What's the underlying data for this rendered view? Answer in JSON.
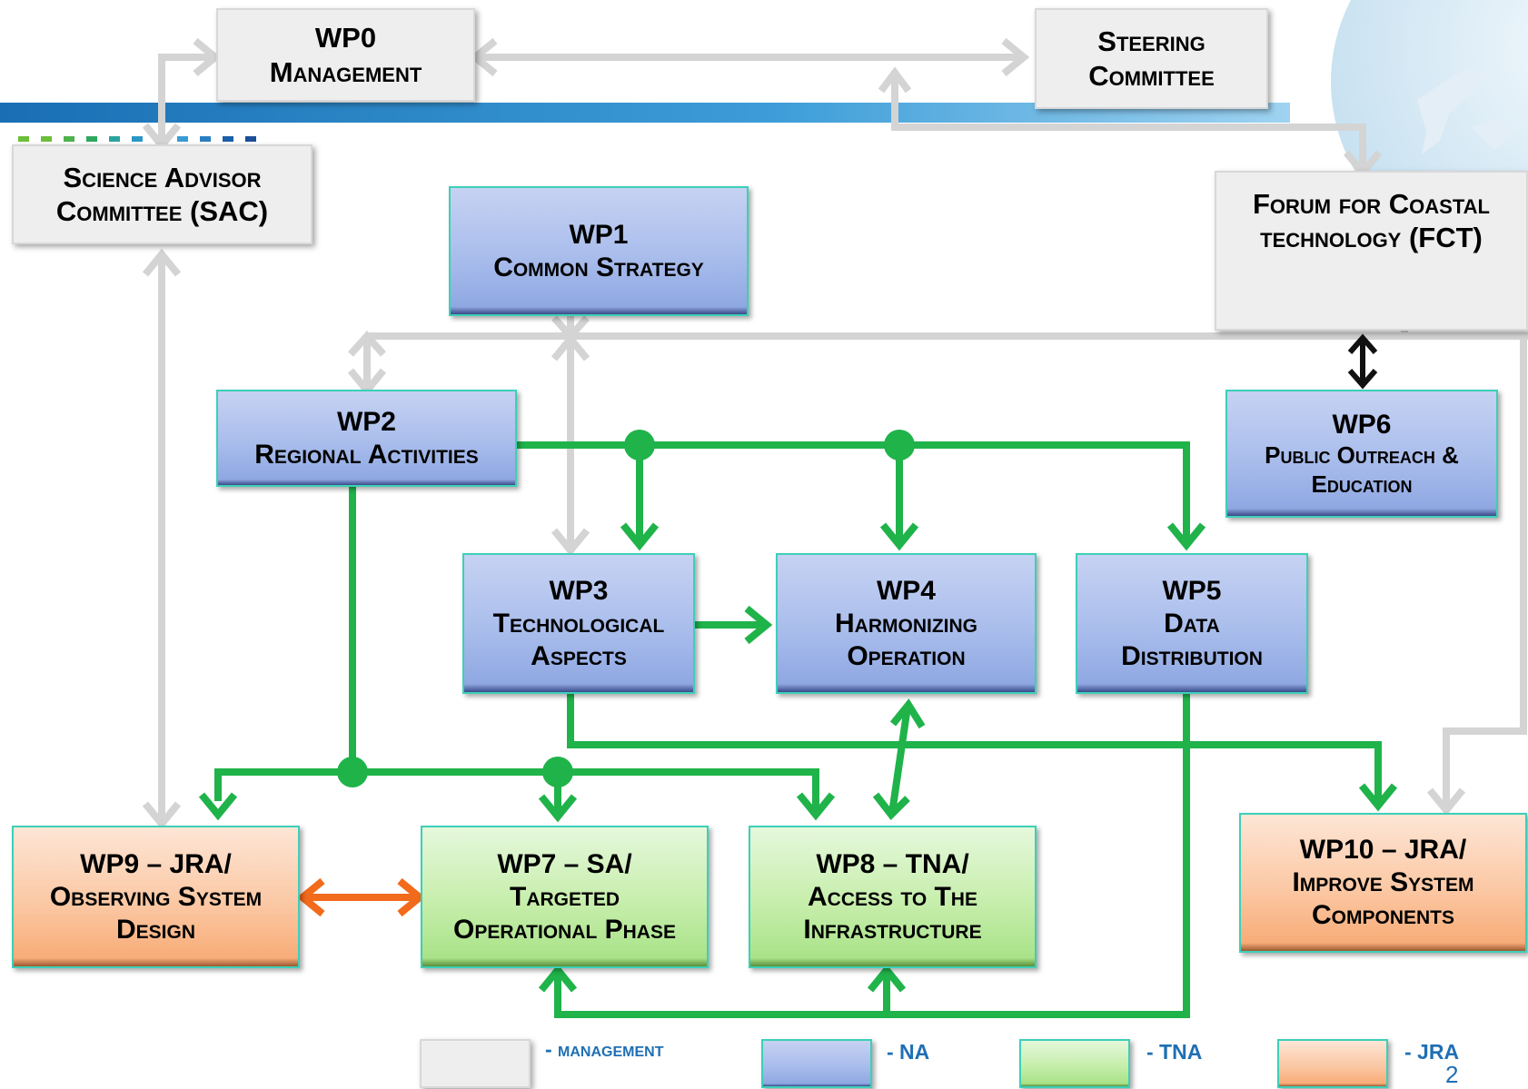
{
  "boxes": {
    "wp0": {
      "line1": "WP0",
      "line2": "Management"
    },
    "steering": {
      "line1": "Steering",
      "line2": "Committee"
    },
    "sac": {
      "line1": "Science Advisor",
      "line2": "Committee (SAC)"
    },
    "fct": {
      "line1": "Forum for Coastal",
      "line2": "technology (FCT)"
    },
    "wp1": {
      "line1": "WP1",
      "line2": "Common Strategy"
    },
    "wp2": {
      "line1": "WP2",
      "line2": "Regional Activities"
    },
    "wp6": {
      "line1": "WP6",
      "line2": "Public Outreach &",
      "line3": "Education"
    },
    "wp3": {
      "line1": "WP3",
      "line2": "Technological",
      "line3": "Aspects"
    },
    "wp4": {
      "line1": "WP4",
      "line2": "Harmonizing",
      "line3": "Operation"
    },
    "wp5": {
      "line1": "WP5",
      "line2": "Data",
      "line3": "Distribution"
    },
    "wp9": {
      "line1": "WP9 – JRA/",
      "line2": "Observing System",
      "line3": "Design"
    },
    "wp7": {
      "line1": "WP7 – SA/",
      "line2": "Targeted",
      "line3": "Operational Phase"
    },
    "wp8": {
      "line1": "WP8 – TNA/",
      "line2": "Access to The",
      "line3": "Infrastructure"
    },
    "wp10": {
      "line1": "WP10 – JRA/",
      "line2": "Improve System",
      "line3": "Components"
    }
  },
  "legend": {
    "management": "- management",
    "na": "- NA",
    "tna": "- TNA",
    "jra": "- JRA"
  },
  "page_number": "2",
  "colors": {
    "management_arrow": "#d4d4d4",
    "network_arrow": "#1fb34a",
    "jra_link_arrow": "#f26a1b",
    "fct_link_arrow": "#111111",
    "header_band": "#1f7fc3"
  }
}
